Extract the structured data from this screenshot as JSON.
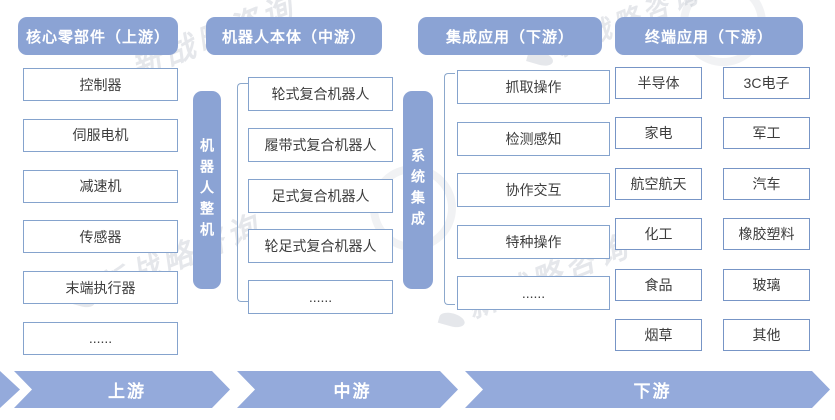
{
  "headers": [
    "核心零部件（上游）",
    "机器人本体（中游）",
    "集成应用（下游）",
    "终端应用（下游）"
  ],
  "columns": {
    "core_components": [
      "控制器",
      "伺服电机",
      "减速机",
      "传感器",
      "末端执行器",
      "......"
    ],
    "robot_bodies": [
      "轮式复合机器人",
      "履带式复合机器人",
      "足式复合机器人",
      "轮足式复合机器人",
      "......"
    ],
    "integrated_applications": [
      "抓取操作",
      "检测感知",
      "协作交互",
      "特种操作",
      "......"
    ],
    "terminal_applications_col1": [
      "半导体",
      "家电",
      "航空航天",
      "化工",
      "食品",
      "烟草"
    ],
    "terminal_applications_col2": [
      "3C电子",
      "军工",
      "汽车",
      "橡胶塑料",
      "玻璃",
      "其他"
    ]
  },
  "vertical_bars": {
    "robot_whole_machine": "机器人整机",
    "system_integration": "系统集成"
  },
  "bottom_banner": [
    "上游",
    "中游",
    "下游"
  ],
  "watermark_text": "新战略咨询",
  "colors": {
    "primary_blue": "#8BA3D4",
    "band_blue": "#94AADB",
    "box_border": "#85A3CD",
    "box_border_strong": "#7795C6",
    "text_dark": "#3D3D3D"
  }
}
